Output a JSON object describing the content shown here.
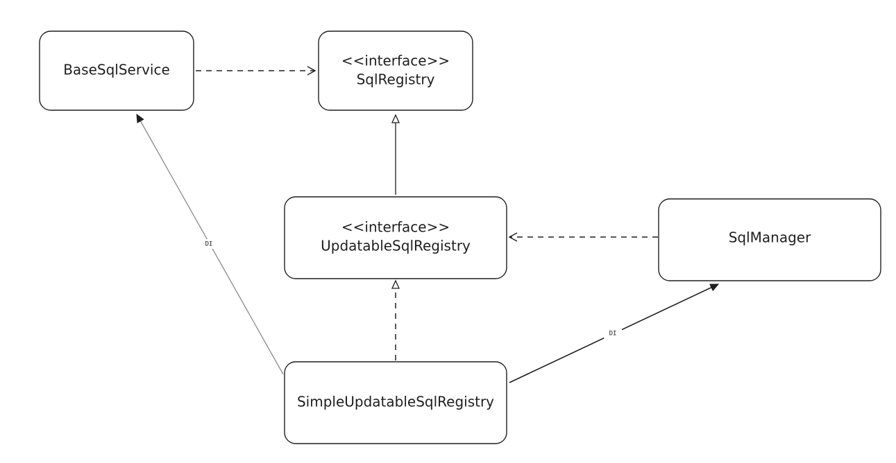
{
  "nodes": {
    "base_sql_service": {
      "lines": [
        "BaseSqlService"
      ]
    },
    "sql_registry": {
      "lines": [
        "<<interface>>",
        "SqlRegistry"
      ]
    },
    "updatable_sql_registry": {
      "lines": [
        "<<interface>>",
        "UpdatableSqlRegistry"
      ]
    },
    "sql_manager": {
      "lines": [
        "SqlManager"
      ]
    },
    "simple_updatable_sql_registry": {
      "lines": [
        "SimpleUpdatableSqlRegistry"
      ]
    }
  },
  "edges": {
    "simple_to_base": {
      "label": "DI"
    },
    "simple_to_manager": {
      "label": "DI"
    }
  }
}
